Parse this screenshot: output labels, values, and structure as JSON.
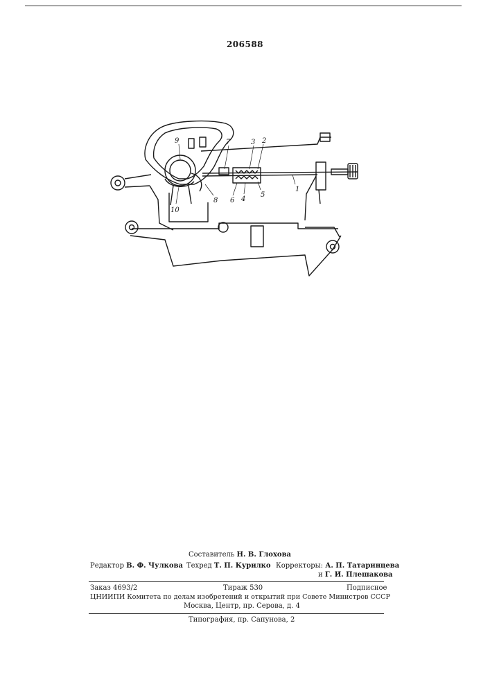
{
  "patent_number": "206588",
  "figure_labels": [
    "9",
    "7",
    "3",
    "2",
    "10",
    "8",
    "6",
    "4",
    "5",
    "1"
  ],
  "footer": {
    "compiler_label": "Составитель",
    "compiler_name": "Н. В. Глохова",
    "editor_label": "Редактор",
    "editor_name": "В. Ф. Чулкова",
    "techred_label": "Техред",
    "techred_name": "Т. П. Курилко",
    "correctors_label": "Корректоры:",
    "corrector_1": "А. П. Татаринцева",
    "corrector_2_prefix": "и",
    "corrector_2": "Г. И. Плешакова",
    "order": "Заказ 4693/2",
    "print_run": "Тираж 530",
    "subscription": "Подписное",
    "org_line": "ЦНИИПИ Комитета по делам изобретений и открытий при Совете Министров СССР",
    "address_line": "Москва, Центр, пр. Серова, д. 4",
    "typography_line": "Типография, пр. Сапунова, 2"
  }
}
